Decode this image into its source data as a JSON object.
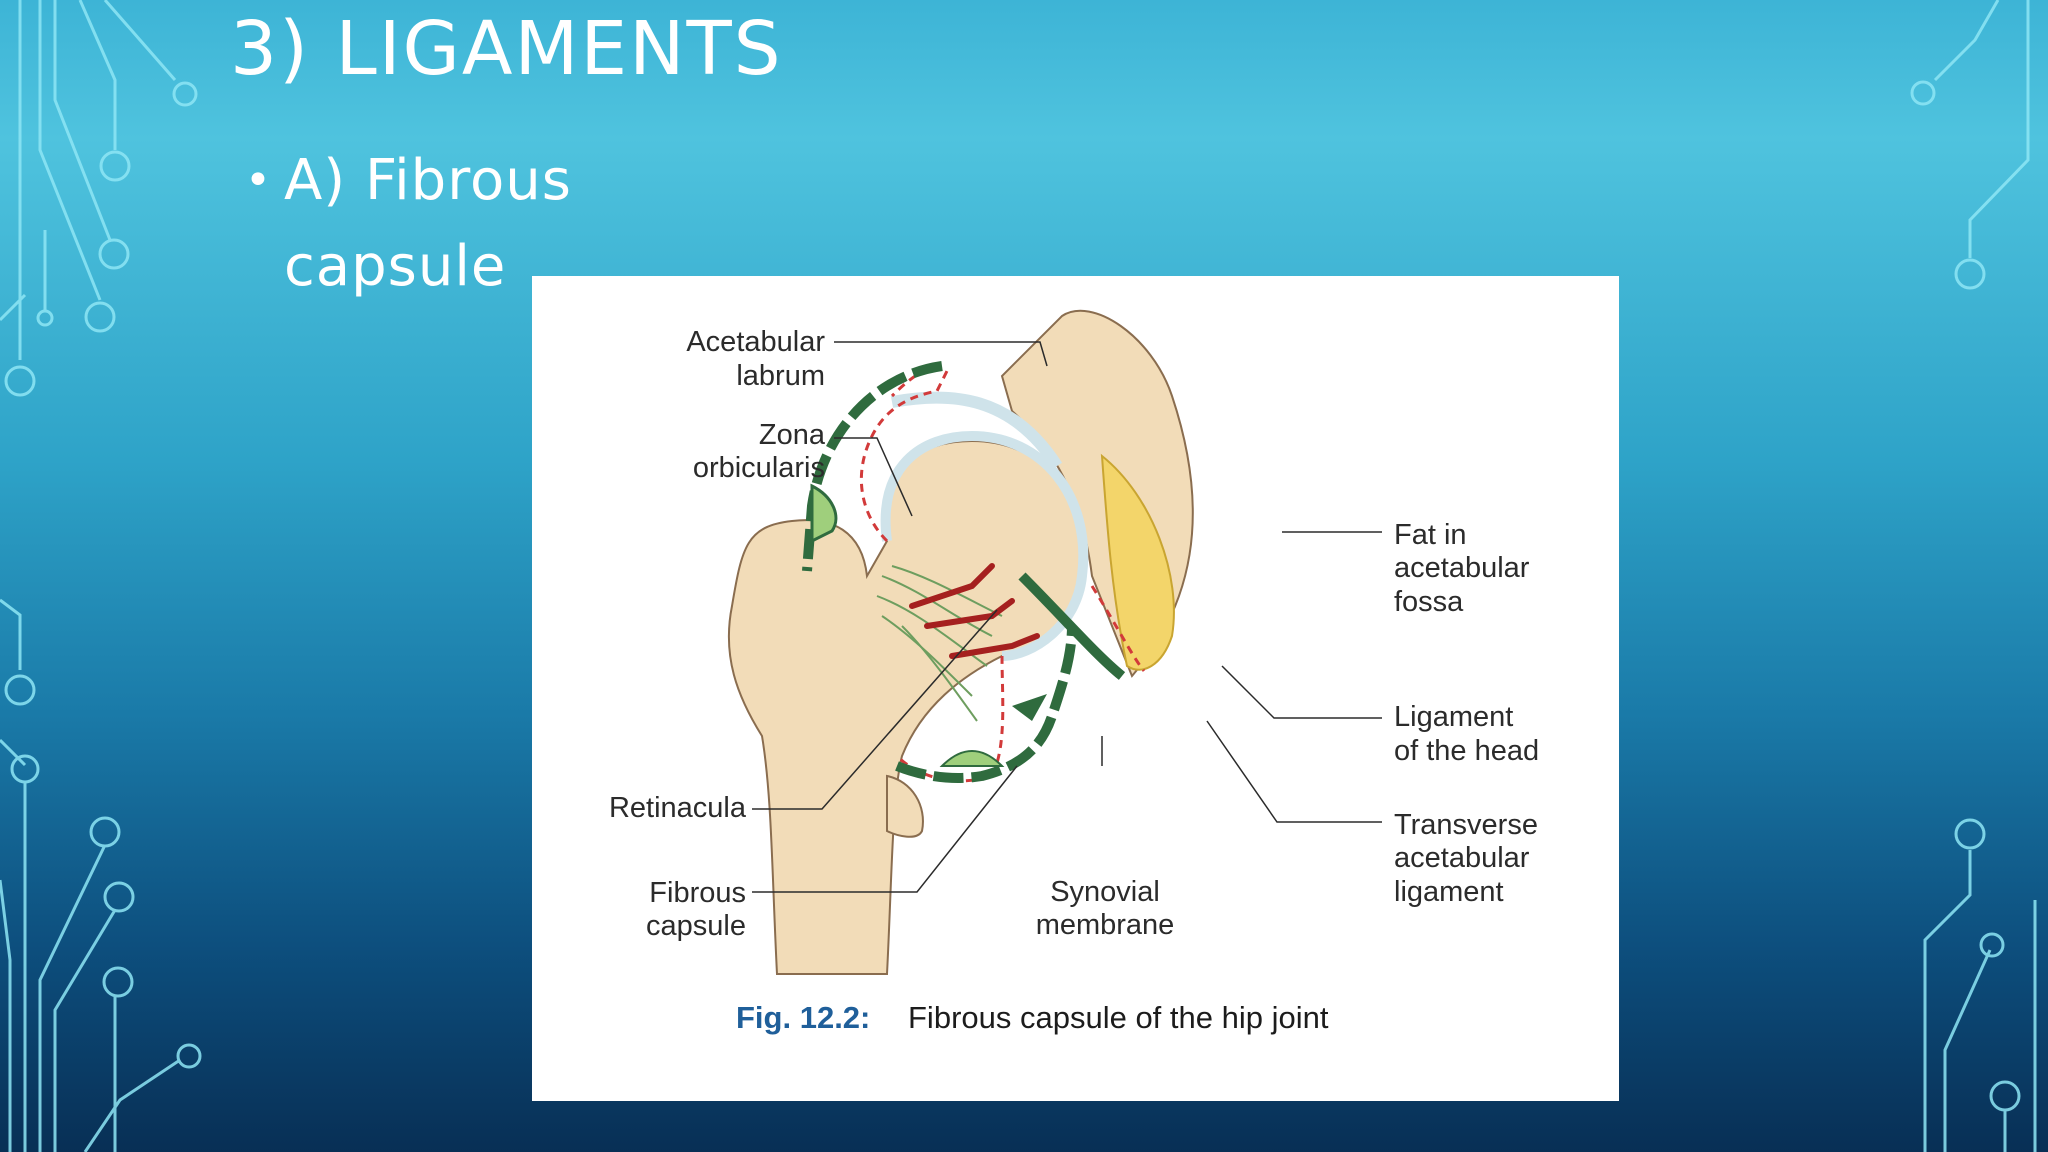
{
  "slide": {
    "title": "3) LIGAMENTS",
    "bullet": "A) Fibrous capsule"
  },
  "figure": {
    "labels": {
      "acetabular_labrum": [
        "Acetabular",
        "labrum"
      ],
      "zona_orbicularis": [
        "Zona",
        "orbicularis"
      ],
      "retinacula": "Retinacula",
      "fibrous_capsule": [
        "Fibrous",
        "capsule"
      ],
      "synovial_membrane": [
        "Synovial",
        "membrane"
      ],
      "fat_in_fossa": [
        "Fat in",
        "acetabular",
        "fossa"
      ],
      "ligament_of_head": [
        "Ligament",
        "of the head"
      ],
      "transverse_ligament": [
        "Transverse",
        "acetabular",
        "ligament"
      ]
    },
    "caption_number": "Fig. 12.2:",
    "caption_text": "Fibrous capsule of the hip joint"
  },
  "colors": {
    "bone": "#f2dcb8",
    "capsule_green": "#2f6b3e",
    "synovial_red": "#d23a3a",
    "fat_yellow": "#f3d56a",
    "cartilage_blue": "#cfe3ea",
    "retinacula_red": "#a5201f"
  }
}
